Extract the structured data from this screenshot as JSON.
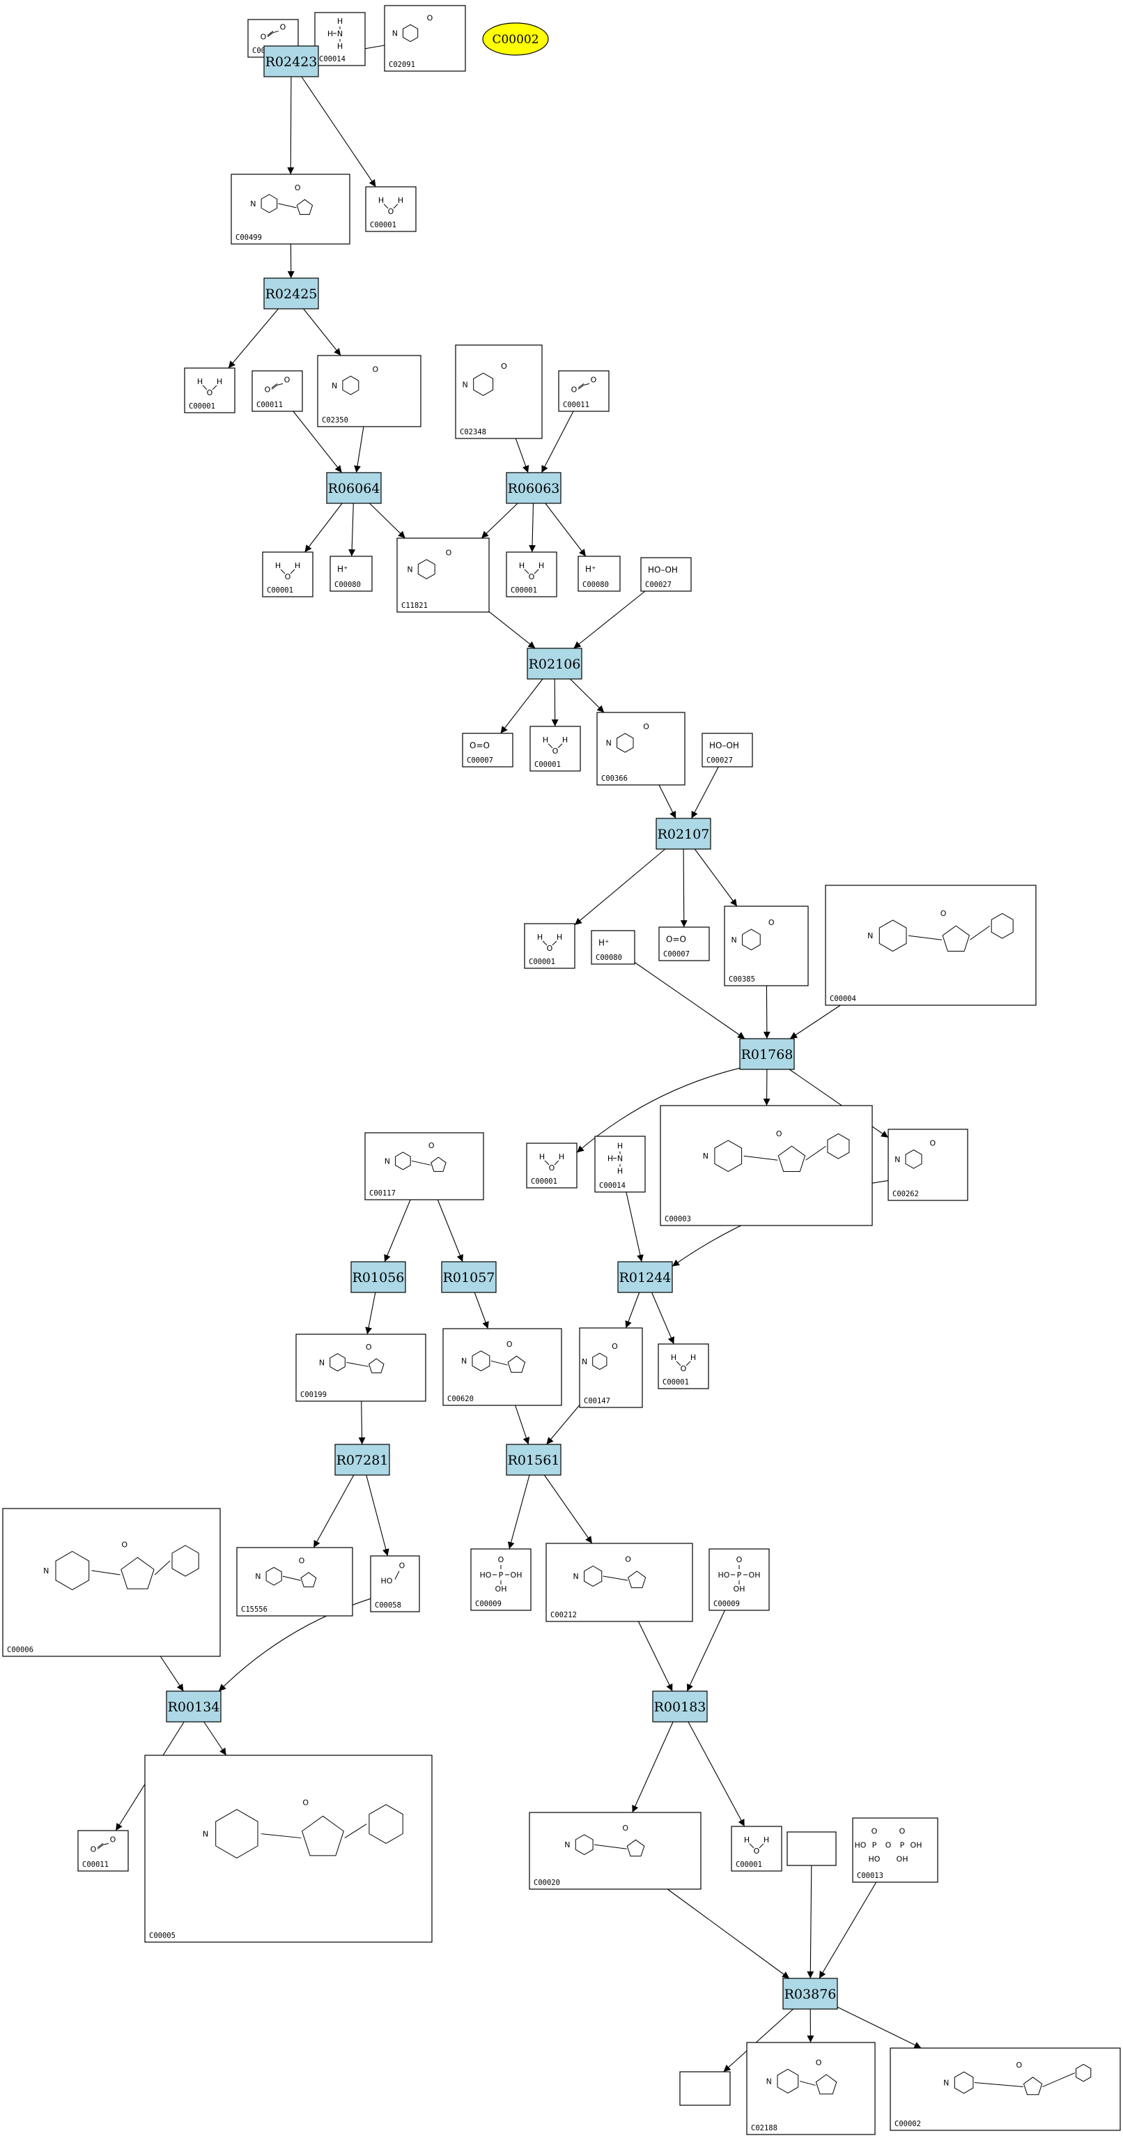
{
  "reactions": [
    {
      "id": "R02423"
    },
    {
      "id": "R02425"
    },
    {
      "id": "R06064"
    },
    {
      "id": "R06063"
    },
    {
      "id": "R02106"
    },
    {
      "id": "R02107"
    },
    {
      "id": "R01768"
    },
    {
      "id": "R01056"
    },
    {
      "id": "R01057"
    },
    {
      "id": "R01244"
    },
    {
      "id": "R07281"
    },
    {
      "id": "R01561"
    },
    {
      "id": "R00134"
    },
    {
      "id": "R00183"
    },
    {
      "id": "R03876"
    }
  ],
  "highlight": {
    "id": "C00002"
  },
  "compounds": [
    {
      "key": "c00011_a",
      "label": "C00011",
      "formula": ""
    },
    {
      "key": "c00014_a",
      "label": "C00014",
      "formula": ""
    },
    {
      "key": "c02091",
      "label": "C02091",
      "formula": ""
    },
    {
      "key": "c00499",
      "label": "C00499",
      "formula": ""
    },
    {
      "key": "c00001_a",
      "label": "C00001",
      "formula": ""
    },
    {
      "key": "c00001_b",
      "label": "C00001",
      "formula": ""
    },
    {
      "key": "c00011_b",
      "label": "C00011",
      "formula": ""
    },
    {
      "key": "c02350",
      "label": "C02350",
      "formula": ""
    },
    {
      "key": "c02348",
      "label": "C02348",
      "formula": ""
    },
    {
      "key": "c00011_c",
      "label": "C00011",
      "formula": ""
    },
    {
      "key": "c00001_c",
      "label": "C00001",
      "formula": ""
    },
    {
      "key": "c00080_a",
      "label": "C00080",
      "formula": "H⁺"
    },
    {
      "key": "c11821",
      "label": "C11821",
      "formula": ""
    },
    {
      "key": "c00001_d",
      "label": "C00001",
      "formula": ""
    },
    {
      "key": "c00080_b",
      "label": "C00080",
      "formula": "H⁺"
    },
    {
      "key": "c00027_a",
      "label": "C00027",
      "formula": "HO–OH"
    },
    {
      "key": "c00007_a",
      "label": "C00007",
      "formula": "O=O"
    },
    {
      "key": "c00001_e",
      "label": "C00001",
      "formula": ""
    },
    {
      "key": "c00366",
      "label": "C00366",
      "formula": ""
    },
    {
      "key": "c00027_b",
      "label": "C00027",
      "formula": "HO–OH"
    },
    {
      "key": "c00001_f",
      "label": "C00001",
      "formula": ""
    },
    {
      "key": "c00080_c",
      "label": "C00080",
      "formula": "H⁺"
    },
    {
      "key": "c00007_b",
      "label": "C00007",
      "formula": "O=O"
    },
    {
      "key": "c00385",
      "label": "C00385",
      "formula": ""
    },
    {
      "key": "c00004",
      "label": "C00004",
      "formula": ""
    },
    {
      "key": "c00117",
      "label": "C00117",
      "formula": ""
    },
    {
      "key": "c00001_g",
      "label": "C00001",
      "formula": ""
    },
    {
      "key": "c00014_b",
      "label": "C00014",
      "formula": ""
    },
    {
      "key": "c00003",
      "label": "C00003",
      "formula": ""
    },
    {
      "key": "c00262",
      "label": "C00262",
      "formula": ""
    },
    {
      "key": "c00199",
      "label": "C00199",
      "formula": ""
    },
    {
      "key": "c00620",
      "label": "C00620",
      "formula": ""
    },
    {
      "key": "c00147",
      "label": "C00147",
      "formula": ""
    },
    {
      "key": "c00001_h",
      "label": "C00001",
      "formula": ""
    },
    {
      "key": "c00006",
      "label": "C00006",
      "formula": ""
    },
    {
      "key": "c15556",
      "label": "C15556",
      "formula": ""
    },
    {
      "key": "c00058",
      "label": "C00058",
      "formula": ""
    },
    {
      "key": "c00009_a",
      "label": "C00009",
      "formula": ""
    },
    {
      "key": "c00212",
      "label": "C00212",
      "formula": ""
    },
    {
      "key": "c00009_b",
      "label": "C00009",
      "formula": ""
    },
    {
      "key": "c00011_d",
      "label": "C00011",
      "formula": ""
    },
    {
      "key": "c00005",
      "label": "C00005",
      "formula": ""
    },
    {
      "key": "c00020",
      "label": "C00020",
      "formula": ""
    },
    {
      "key": "c00001_i",
      "label": "C00001",
      "formula": ""
    },
    {
      "key": "blank_a",
      "label": "",
      "formula": ""
    },
    {
      "key": "c00013",
      "label": "C00013",
      "formula": ""
    },
    {
      "key": "blank_b",
      "label": "",
      "formula": ""
    },
    {
      "key": "c02188",
      "label": "C02188",
      "formula": ""
    },
    {
      "key": "c00002",
      "label": "C00002",
      "formula": ""
    }
  ]
}
